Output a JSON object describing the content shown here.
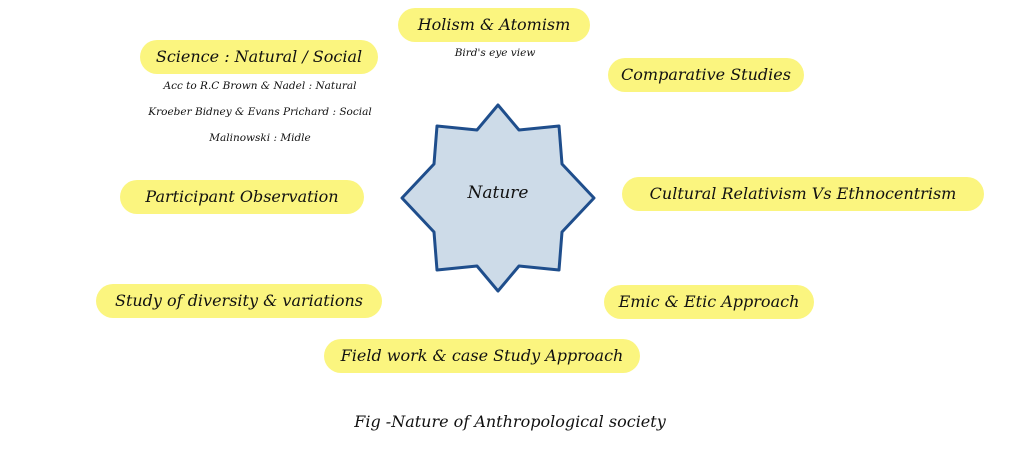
{
  "center": {
    "label": "Nature",
    "fill": "#cddbe8",
    "stroke": "#1f4e8c"
  },
  "highlight_color": "#fbf57f",
  "nodes": {
    "holism": {
      "label": "Holism & Atomism",
      "note": "Bird's eye view"
    },
    "science": {
      "label": "Science : Natural / Social",
      "notes": [
        "Acc to R.C Brown & Nadel : Natural",
        "Kroeber Bidney & Evans Prichard : Social",
        "Malinowski : Midle"
      ]
    },
    "comparative": {
      "label": "Comparative Studies"
    },
    "participant": {
      "label": "Participant Observation"
    },
    "relativism": {
      "label": "Cultural Relativism Vs Ethnocentrism"
    },
    "diversity": {
      "label": "Study of diversity & variations"
    },
    "emic": {
      "label": "Emic & Etic Approach"
    },
    "fieldwork": {
      "label": "Field work & case Study Approach"
    }
  },
  "caption": "Fig -Nature  of Anthropological society"
}
